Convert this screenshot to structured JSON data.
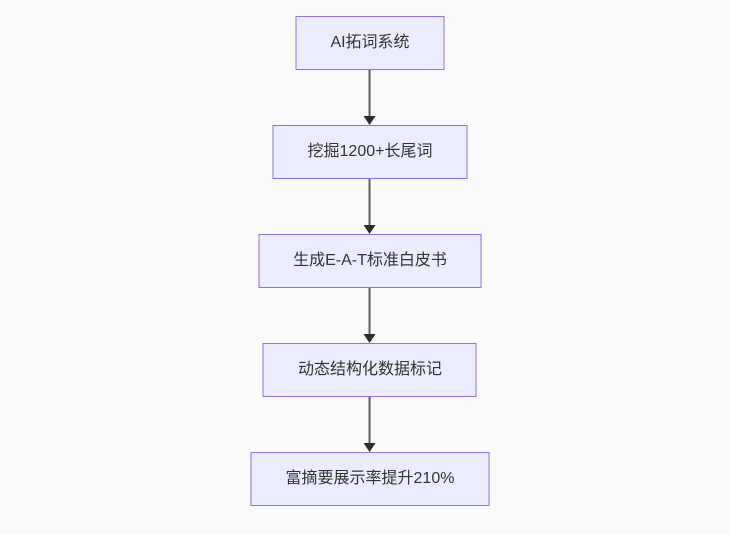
{
  "diagram": {
    "type": "flowchart",
    "direction": "top-down",
    "nodes": [
      {
        "id": "A",
        "label": "AI拓词系统"
      },
      {
        "id": "B",
        "label": "挖掘1200+长尾词"
      },
      {
        "id": "C",
        "label": "生成E-A-T标准白皮书"
      },
      {
        "id": "D",
        "label": "动态结构化数据标记"
      },
      {
        "id": "E",
        "label": "富摘要展示率提升210%"
      }
    ],
    "edges": [
      {
        "from": "A",
        "to": "B"
      },
      {
        "from": "B",
        "to": "C"
      },
      {
        "from": "C",
        "to": "D"
      },
      {
        "from": "D",
        "to": "E"
      }
    ],
    "colors": {
      "node_fill": "#ececff",
      "node_border": "#9370db",
      "node_text": "#333333",
      "edge_line": "#5c5c5c",
      "edge_arrowhead": "#2b2b2b",
      "background": "#fafafa"
    }
  }
}
